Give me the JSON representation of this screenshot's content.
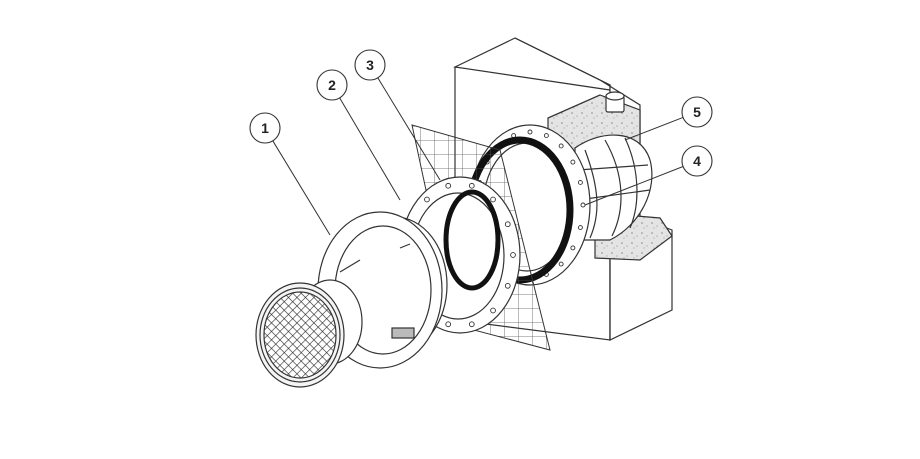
{
  "callouts": [
    {
      "number": "1"
    },
    {
      "number": "2"
    },
    {
      "number": "3"
    },
    {
      "number": "4"
    },
    {
      "number": "5"
    }
  ],
  "colors": {
    "line": "#333333",
    "concrete_fill": "#dcdcdc",
    "gasket": "#111111",
    "background": "#ffffff"
  }
}
